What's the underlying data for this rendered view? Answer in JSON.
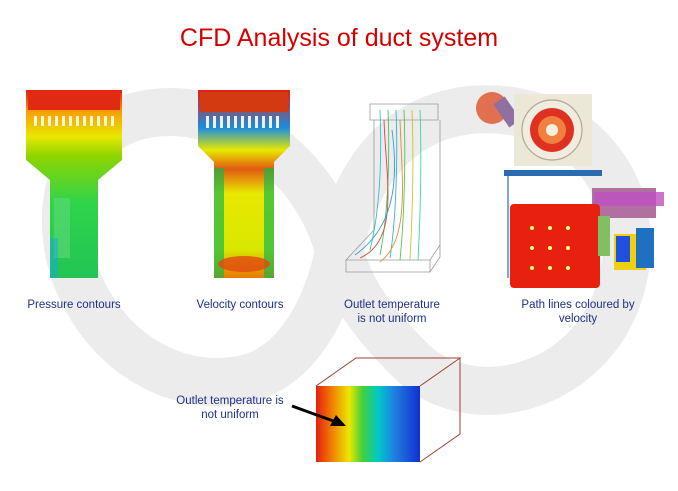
{
  "title": "CFD Analysis of duct system",
  "captions": {
    "pressure": "Pressure contours",
    "velocity": "Velocity contours",
    "outlet_line1": "Outlet temperature",
    "outlet_line2": "is not uniform",
    "pathlines_line1": "Path lines coloured by",
    "pathlines_line2": "velocity",
    "block_line1": "Outlet temperature is",
    "block_line2": "not uniform"
  },
  "colors": {
    "title": "#d40000",
    "caption": "#1e2f8c",
    "watermark": "#ececec"
  },
  "icons": {
    "watermark": "infinity-logo-watermark",
    "arrow": "black-arrow"
  }
}
